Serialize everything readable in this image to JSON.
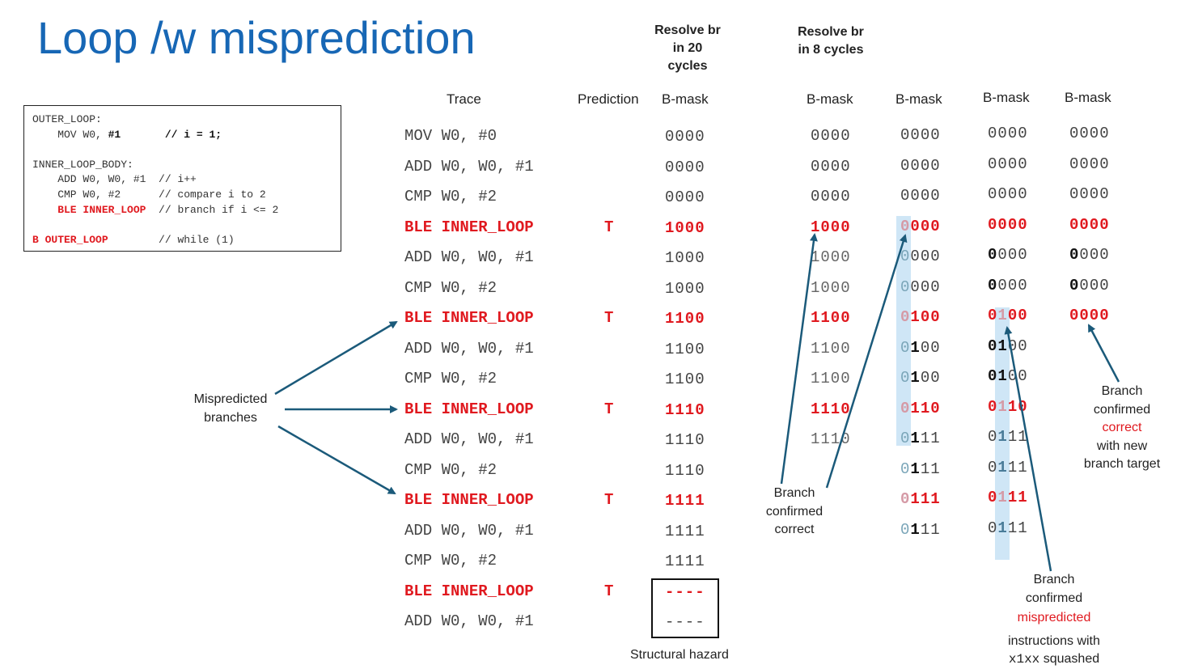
{
  "title": "Loop /w misprediction",
  "code": [
    {
      "text": "OUTER_LOOP:",
      "style": "plain"
    },
    {
      "text": "    MOV W0, ",
      "bold_tail": "#1       // i = 1;",
      "style": "mixed"
    },
    {
      "text": "",
      "style": "plain"
    },
    {
      "text": "INNER_LOOP_BODY:",
      "style": "plain"
    },
    {
      "text": "    ADD W0, W0, #1  // i++",
      "style": "plain"
    },
    {
      "text": "    CMP W0, #2      // compare i to 2",
      "style": "plain"
    },
    {
      "text": "    BLE INNER_LOOP",
      "tail": "  // branch if i <= 2",
      "style": "redhead"
    },
    {
      "text": "",
      "style": "plain"
    },
    {
      "text": "B OUTER_LOOP",
      "tail": "        // while (1)",
      "style": "redhead"
    }
  ],
  "headers": {
    "trace": "Trace",
    "prediction": "Prediction",
    "bmask": "B-mask",
    "resolve20": "Resolve br in 20 cycles",
    "resolve8": "Resolve br in 8 cycles"
  },
  "trace": [
    "MOV W0, #0",
    "ADD W0, W0, #1",
    "CMP W0, #2",
    "BLE INNER_LOOP",
    "ADD W0, W0, #1",
    "CMP W0, #2",
    "BLE INNER_LOOP",
    "ADD W0, W0, #1",
    "CMP W0, #2",
    "BLE INNER_LOOP",
    "ADD W0, W0, #1",
    "CMP W0, #2",
    "BLE INNER_LOOP",
    "ADD W0, W0, #1",
    "CMP W0, #2",
    "BLE INNER_LOOP",
    "ADD W0, W0, #1"
  ],
  "prediction": "T",
  "col1": [
    "0000",
    "0000",
    "0000",
    "1000",
    "1000",
    "1000",
    "1100",
    "1100",
    "1100",
    "1110",
    "1110",
    "1110",
    "1111",
    "1111",
    "1111",
    "----",
    "----"
  ],
  "col2": [
    "0000",
    "0000",
    "0000",
    "1000",
    "1000",
    "1000",
    "1100",
    "1100",
    "1100",
    "1110",
    "1110"
  ],
  "col3": [
    "0000",
    "0000",
    "0000",
    "0000",
    "0000",
    "0000",
    "0100",
    "0100",
    "0100",
    "0110",
    "0111",
    "0111",
    "0111",
    "0111"
  ],
  "col4": [
    "0000",
    "0000",
    "0000",
    "0000",
    "0000",
    "0000",
    "0100",
    "0100",
    "0100",
    "0110",
    "0111",
    "0111",
    "0111",
    "0111"
  ],
  "col5": [
    "0000",
    "0000",
    "0000",
    "0000",
    "0000",
    "0000",
    "0000"
  ],
  "notes": {
    "mispredicted": "Mispredicted branches",
    "structural": "Structural hazard",
    "confirmed_correct_1": "Branch",
    "confirmed_correct_2": "confirmed",
    "confirmed_correct_3": "correct",
    "right_1": "Branch",
    "right_2": "confirmed",
    "right_3": "correct",
    "right_4": "with new",
    "right_5": "branch target",
    "misp_1": "Branch",
    "misp_2": "confirmed",
    "misp_3": "mispredicted",
    "misp_4": "instructions with",
    "misp_5a": "x1xx",
    "misp_5b": " squashed"
  },
  "colors": {
    "title": "#1767b5",
    "red": "#e0191f",
    "arrow": "#1b5a7a",
    "highlight": "#cfe6f6"
  }
}
